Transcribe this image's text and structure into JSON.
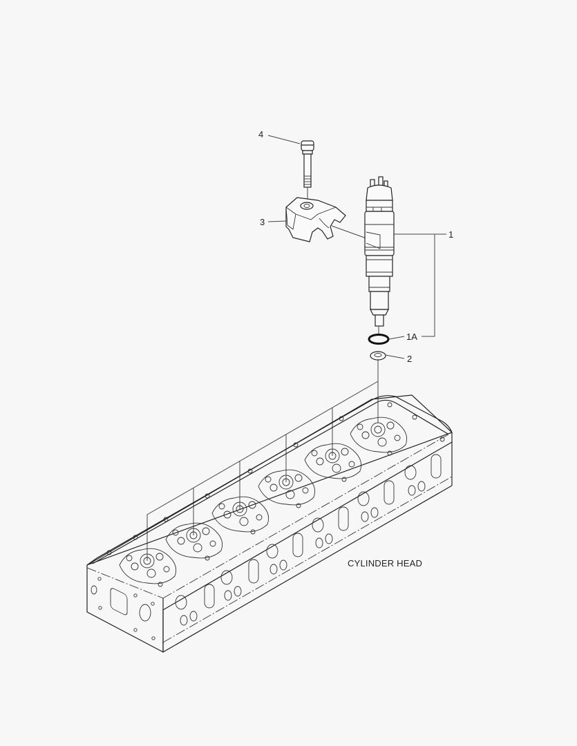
{
  "diagram": {
    "type": "exploded-parts-diagram",
    "background": "#f7f7f7",
    "line_color": "#222222",
    "callouts": [
      {
        "id": "4",
        "label": "4",
        "part": "bolt"
      },
      {
        "id": "3",
        "label": "3",
        "part": "injector-clamp"
      },
      {
        "id": "1",
        "label": "1",
        "part": "fuel-injector"
      },
      {
        "id": "1A",
        "label": "1A",
        "part": "o-ring"
      },
      {
        "id": "2",
        "label": "2",
        "part": "sealing-washer"
      }
    ],
    "assembly_label": "CYLINDER HEAD",
    "cylinder_count": 6
  }
}
